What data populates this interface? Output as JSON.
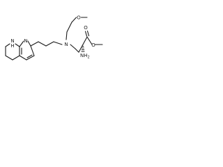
{
  "molecule": {
    "atom_labels": {
      "methoxy_oxygen": "O",
      "amine_nitrogen": "N",
      "ring_nh": "N",
      "ring_nh_h": "H",
      "pyridine_nitrogen": "N",
      "ester_carbonyl_oxygen": "O",
      "ester_ether_oxygen": "O",
      "amino_group": "NH",
      "amino_subscript": "2"
    }
  }
}
